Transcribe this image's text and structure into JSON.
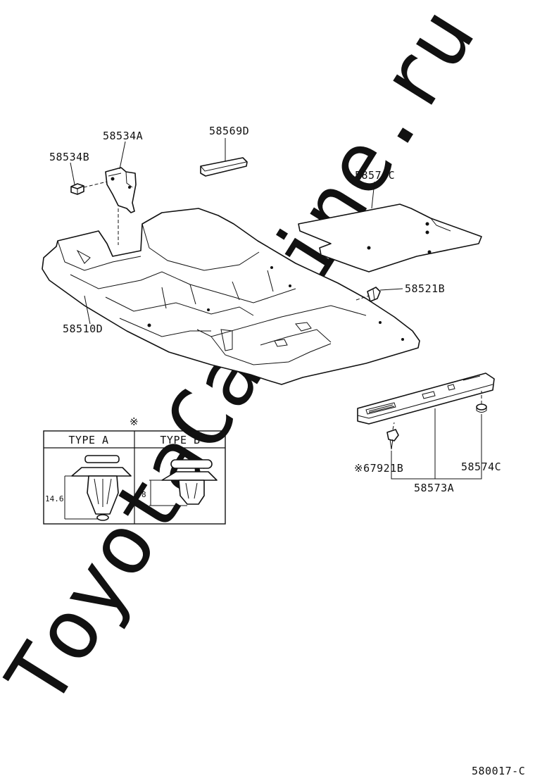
{
  "watermark": "ToyotaCarMine.ru",
  "parts": {
    "p58534A": "58534A",
    "p58534B": "58534B",
    "p58569D": "58569D",
    "p58570C": "58570C",
    "p58521B": "58521B",
    "p58510D": "58510D",
    "p67921B": "※67921B",
    "p58574C": "58574C",
    "p58573A": "58573A"
  },
  "clip_table": {
    "marker": "※",
    "type_a": "TYPE A",
    "type_b": "TYPE B",
    "dim_a": "14.6",
    "dim_b": "8"
  },
  "diagram_code": "580017-C"
}
